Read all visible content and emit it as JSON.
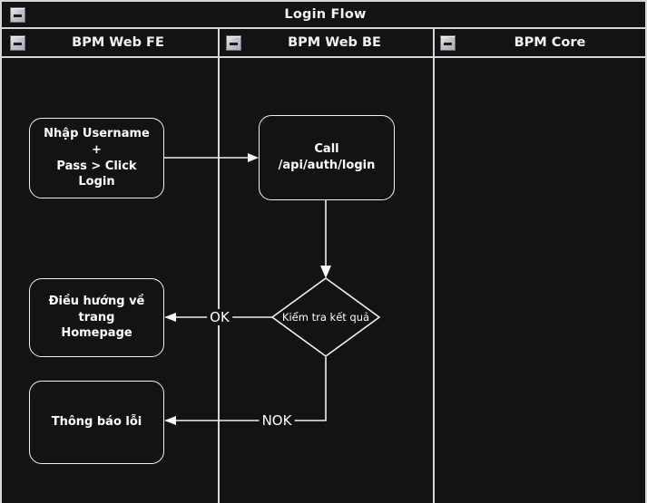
{
  "pool": {
    "title": "Login Flow",
    "collapse_icon": "minus-box-icon"
  },
  "lanes": [
    {
      "id": "fe",
      "label": "BPM Web FE",
      "collapse_icon": "minus-box-icon"
    },
    {
      "id": "be",
      "label": "BPM Web BE",
      "collapse_icon": "minus-box-icon"
    },
    {
      "id": "core",
      "label": "BPM Core",
      "collapse_icon": "minus-box-icon"
    }
  ],
  "nodes": [
    {
      "id": "input-credentials",
      "label": "Nhập Username +\nPass > Click Login",
      "lane": "fe",
      "type": "task"
    },
    {
      "id": "call-login-api",
      "label": "Call /api/auth/login",
      "lane": "be",
      "type": "task"
    },
    {
      "id": "navigate-homepage",
      "label": "Điều hướng về trang\nHomepage",
      "lane": "fe",
      "type": "task"
    },
    {
      "id": "show-error",
      "label": "Thông báo lỗi",
      "lane": "fe",
      "type": "task"
    },
    {
      "id": "check-result",
      "label": "Kiểm tra kết quả",
      "lane": "be",
      "type": "gateway"
    }
  ],
  "edges": [
    {
      "id": "e1",
      "from": "input-credentials",
      "to": "call-login-api",
      "label": ""
    },
    {
      "id": "e2",
      "from": "call-login-api",
      "to": "check-result",
      "label": ""
    },
    {
      "id": "e3",
      "from": "check-result",
      "to": "navigate-homepage",
      "label": "OK"
    },
    {
      "id": "e4",
      "from": "check-result",
      "to": "show-error",
      "label": "NOK"
    }
  ],
  "colors": {
    "canvas": "#131313",
    "stroke": "#f0f0f0",
    "border": "#d6d6d6",
    "text": "#ffffff"
  }
}
